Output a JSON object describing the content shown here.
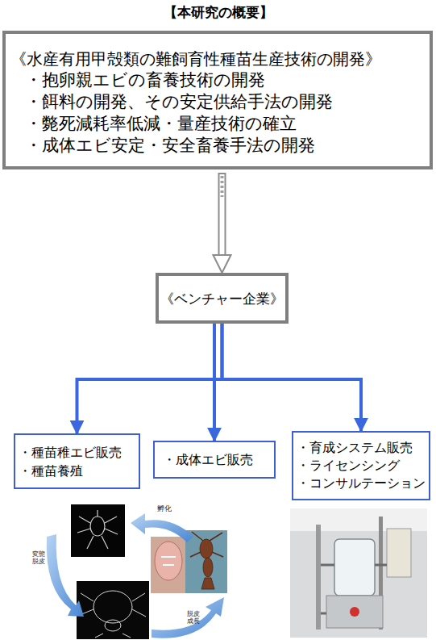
{
  "diagram": {
    "title": "【本研究の概要】",
    "nodes": [
      {
        "text": [
          "《水産有用甲殻類の難飼育性種苗生産技術の開発》",
          "・抱卵親エビの畜養技術の開発",
          "・餌料の開発、その安定供給手法の開発",
          "・斃死減耗率低減・量産技術の確立",
          "・成体エビ安定・安全畜養手法の開発"
        ]
      },
      {
        "text": [
          "《ベンチャー企業》"
        ]
      },
      {
        "text": [
          "・種苗稚エビ販売",
          "・種苗養殖"
        ]
      },
      {
        "text": [
          "・成体エビ販売"
        ]
      },
      {
        "text": [
          "・育成システム販売",
          "・ライセンシング",
          "・コンサルテーション"
        ]
      }
    ],
    "edges": [
      {
        "from": 0,
        "to": 1,
        "arrow": "to"
      },
      {
        "from": 1,
        "to": 2,
        "arrow": "to"
      },
      {
        "from": 1,
        "to": 3,
        "arrow": "to"
      },
      {
        "from": 1,
        "to": 4,
        "arrow": "to"
      }
    ],
    "labels": [
      "孵化",
      "変態 脱皮",
      "脱皮 成長"
    ]
  }
}
